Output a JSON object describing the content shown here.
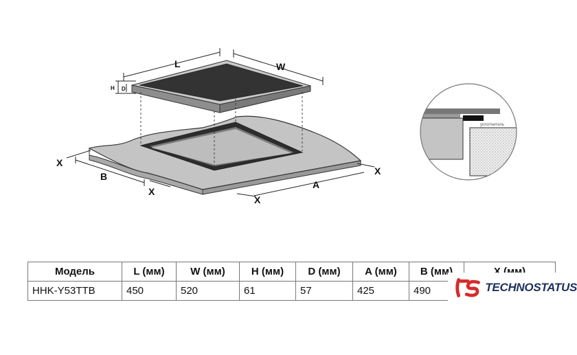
{
  "diagram": {
    "dimension_labels": {
      "L": "L",
      "W": "W",
      "H": "H",
      "D": "D",
      "A": "A",
      "B": "B",
      "X": "X"
    },
    "detail_label": "уплотнитель"
  },
  "table": {
    "headers": [
      "Модель",
      "L (мм)",
      "W (мм)",
      "H (мм)",
      "D (мм)",
      "A (мм)",
      "B (мм)",
      "X (мм)"
    ],
    "rows": [
      [
        "HHK-Y53TTB",
        "450",
        "520",
        "61",
        "57",
        "425",
        "490",
        ""
      ]
    ]
  },
  "logo": {
    "mark": "TS",
    "text": "TECHNOSTATUS",
    "colors": {
      "mark": "#d62b2b",
      "text": "#1d2f5e"
    }
  }
}
